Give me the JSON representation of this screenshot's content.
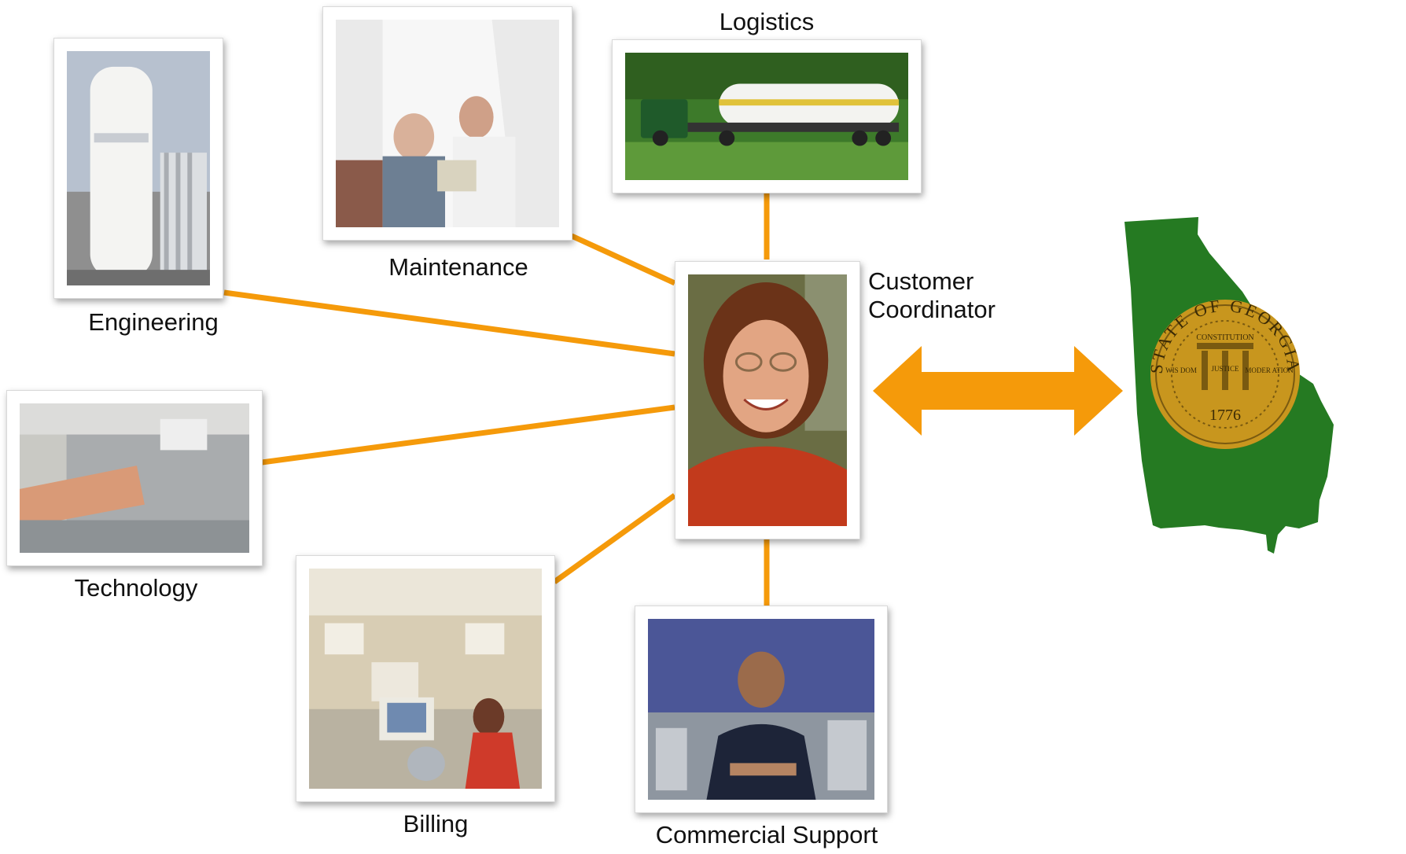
{
  "nodes": {
    "logistics": {
      "label": "Logistics"
    },
    "maintenance": {
      "label": "Maintenance"
    },
    "engineering": {
      "label": "Engineering"
    },
    "technology": {
      "label": "Technology"
    },
    "billing": {
      "label": "Billing"
    },
    "commercial_support": {
      "label": "Commercial Support"
    },
    "customer_coordinator": {
      "label": "Customer Coordinator"
    }
  },
  "seal": {
    "state_text": "STATE OF GEORGIA",
    "constitution": "CONSTITUTION",
    "wisdom": "WIS DOM",
    "justice": "JUSTICE",
    "moderation": "MODER ATION",
    "year": "1776"
  },
  "colors": {
    "connector": "#F59A0A",
    "arrow": "#F59A0A",
    "georgia_fill": "#257A22",
    "seal_gold": "#C8961E"
  },
  "icons": {
    "arrow": "double-headed-arrow-icon",
    "map": "georgia-map-icon"
  }
}
